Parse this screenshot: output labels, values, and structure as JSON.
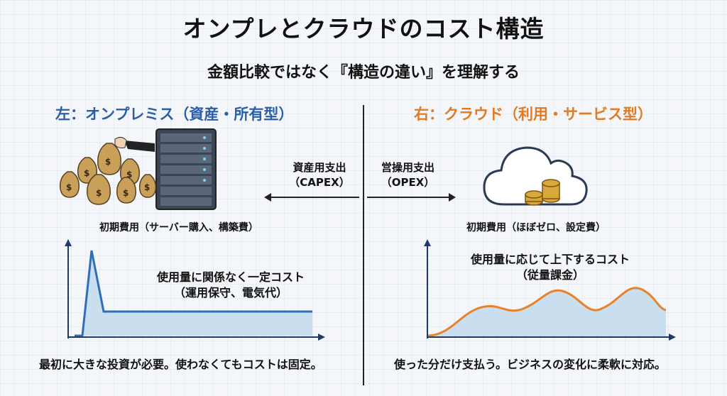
{
  "title": "オンプレとクラウドのコスト構造",
  "subtitle": "金額比較ではなく『構造の違い』を理解する",
  "left": {
    "heading": "左：オンプレミス（資産・所有型）",
    "arrow_label_line1": "資産用支出",
    "arrow_label_line2": "（CAPEX）",
    "initial_cost": "初期費用（サーバー購入、構築費）",
    "chart_note_line1": "使用量に関係なく一定コスト",
    "chart_note_line2": "（運用保守、電気代）",
    "summary": "最初に大きな投資が必要。使わなくてもコストは固定。"
  },
  "right": {
    "heading": "右：クラウド（利用・サービス型）",
    "arrow_label_line1": "営操用支出",
    "arrow_label_line2": "（OPEX）",
    "initial_cost": "初期費用（ほぼゼロ、設定費）",
    "chart_note_line1": "使用量に応じて上下するコスト",
    "chart_note_line2": "（従量課金）",
    "summary": "使った分だけ支払う。ビジネスの変化に柔軟に対応。"
  },
  "colors": {
    "onprem": "#2a5fa8",
    "cloud": "#e07b22",
    "line_blue": "#2f6fb5",
    "fill_blue": "#c9dff0",
    "line_orange": "#e8822a"
  }
}
